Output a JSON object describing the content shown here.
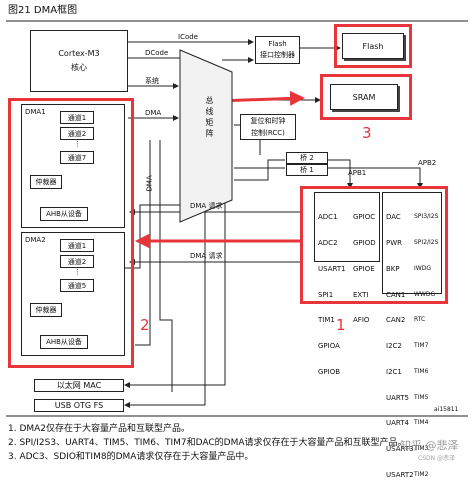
{
  "figure_title": "图21 DMA框图",
  "cortex": {
    "name": "Cortex-M3",
    "sub": "核心"
  },
  "bus_labels": {
    "icode": "ICode",
    "dcode": "DCode",
    "system": "系统",
    "dma": "DMA",
    "dma_vertical": "DMA"
  },
  "flash_ctrl": {
    "line1": "Flash",
    "line2": "接口控制器"
  },
  "flash": "Flash",
  "sram": "SRAM",
  "bus_matrix": "总线矩阵",
  "rcc": {
    "line1": "复位和时钟",
    "line2": "控制(RCC)"
  },
  "bridges": {
    "bridge2": "桥 2",
    "bridge1": "桥 1",
    "apb1": "APB1",
    "apb2": "APB2"
  },
  "dma1": {
    "title": "DMA1",
    "channels": [
      "通道1",
      "通道2",
      "通道7"
    ],
    "arbiter": "仲裁器",
    "ahb_slave": "AHB从设备"
  },
  "dma2": {
    "title": "DMA2",
    "channels": [
      "通道1",
      "通道2",
      "通道5"
    ],
    "arbiter": "仲裁器",
    "ahb_slave": "AHB从设备"
  },
  "dma_request_1": "DMA 请求",
  "dma_request_2": "DMA 请求",
  "apb2_col1": [
    "ADC1",
    "ADC2",
    "USART1",
    "SPI1",
    "TIM1",
    "GPIOA",
    "GPIOB"
  ],
  "apb2_col2": [
    "GPIOC",
    "GPIOD",
    "GPIOE",
    "EXTI",
    "AFIO"
  ],
  "apb1_col1": [
    "DAC",
    "PWR",
    "BKP",
    "CAN1",
    "CAN2",
    "I2C2",
    "I2C1",
    "UART5",
    "UART4",
    "USART3",
    "USART2"
  ],
  "apb1_col2": [
    "SPI3/I2S",
    "SPI2/I2S",
    "IWDG",
    "WWDG",
    "RTC",
    "TIM7",
    "TIM6",
    "TIM5",
    "TIM4",
    "TIM3",
    "TIM2"
  ],
  "ethernet": "以太网 MAC",
  "usb": "USB OTG FS",
  "figure_id": "ai15811",
  "annotations": {
    "one": "1",
    "two": "2",
    "three": "3"
  },
  "footnotes": [
    "1. DMA2仅存在于大容量产品和互联型产品。",
    "2. SPI/I2S3、UART4、TIM5、TIM6、TIM7和DAC的DMA请求仅存在于大容量产品和互联型产品。",
    "3. ADC3、SDIO和TIM8的DMA请求仅存在于大容量产品中。"
  ],
  "watermark": "知乎 @悲泽",
  "watermark_sub": "CSDN @悲泽",
  "colors": {
    "annotation_red": "#e8353b",
    "line": "#222222"
  }
}
